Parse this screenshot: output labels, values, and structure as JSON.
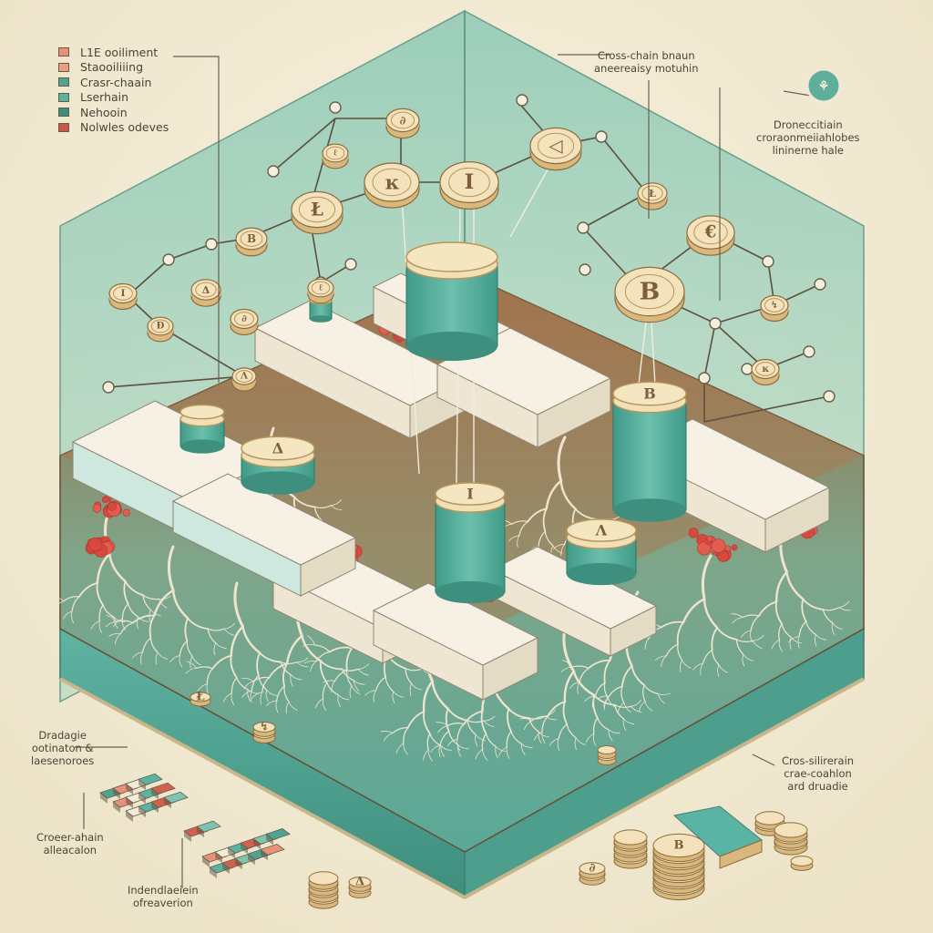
{
  "legend": {
    "items": [
      {
        "label": "L1E ooiliment",
        "color": "#e7907a"
      },
      {
        "label": "Staooiliiing",
        "color": "#e99e86"
      },
      {
        "label": "Crasr-chaain",
        "color": "#4fa392"
      },
      {
        "label": "Lserhain",
        "color": "#5ab4a4"
      },
      {
        "label": "Nehooin",
        "color": "#3d8f80"
      },
      {
        "label": "Nolwles odeves",
        "color": "#c75a4c"
      }
    ]
  },
  "annotations": {
    "top_center": [
      "Cross-chain bnaun",
      "aneereaisy motuhin"
    ],
    "right_upper": [
      "Droneccitiain",
      "croraonmeiiahlobes",
      "lininerne hale"
    ],
    "left_lower": [
      "Dradagie",
      "ootinaton &",
      "laesenoroes"
    ],
    "left_bottom": [
      "Croeer-ahain",
      "alleacalon"
    ],
    "bottom_center": [
      "Indendlaeiein",
      "ofreaverion"
    ],
    "right_lower": [
      "Cros-silirerain",
      "crae-coahlon",
      "ard druadie"
    ]
  },
  "coin_glyphs": [
    "B",
    "I",
    "Ł",
    "Ð",
    "Δ",
    "∂",
    "Λ",
    "€",
    "↯",
    "ĸ",
    "ℓ",
    "◁"
  ],
  "colors": {
    "background": "#f3ecd6",
    "glass": "#7cc3b1",
    "teal": "#4ba392",
    "soil": "#8c5a3a",
    "coral": "#e25a4f",
    "coin": "#f1dfb6",
    "coin_edge": "#c9a66b",
    "platform": "#f4efe1"
  }
}
